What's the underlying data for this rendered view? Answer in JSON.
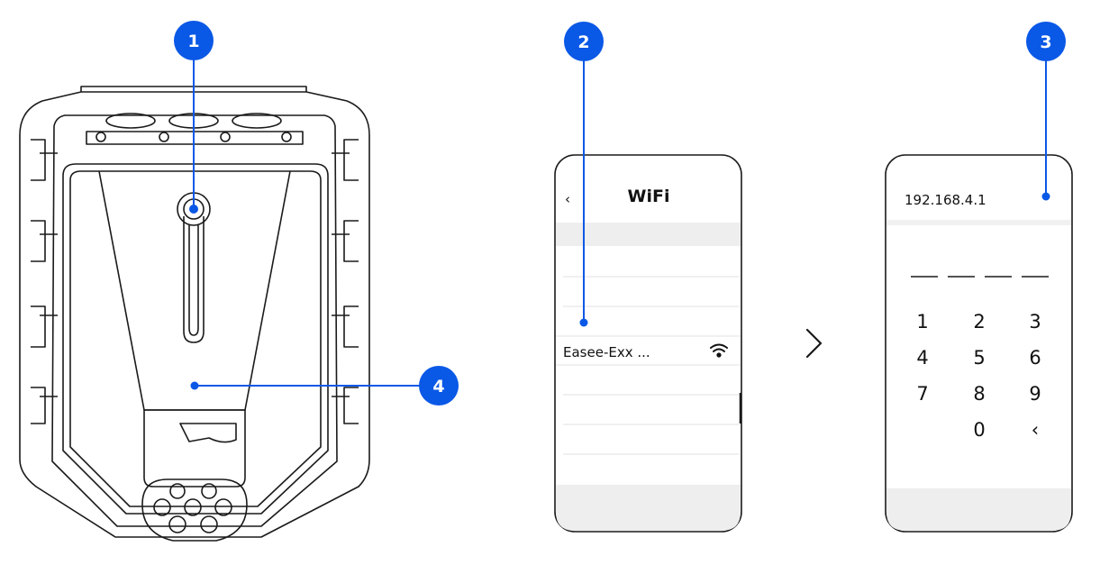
{
  "callouts": [
    {
      "number": "1"
    },
    {
      "number": "2"
    },
    {
      "number": "3"
    },
    {
      "number": "4"
    }
  ],
  "wifi_screen": {
    "back_glyph": "‹",
    "title": "WiFi",
    "network_name": "Easee-Exx ...",
    "wifi_icon": "wifi-signal-icon"
  },
  "step_arrow": "›",
  "pin_screen": {
    "address": "192.168.4.1",
    "pin_slots": 4,
    "keypad": [
      "1",
      "2",
      "3",
      "4",
      "5",
      "6",
      "7",
      "8",
      "9",
      "0",
      "‹"
    ]
  },
  "colors": {
    "accent": "#0a58e6",
    "line": "#1a1a1a",
    "row_gray": "#eeeeee"
  }
}
